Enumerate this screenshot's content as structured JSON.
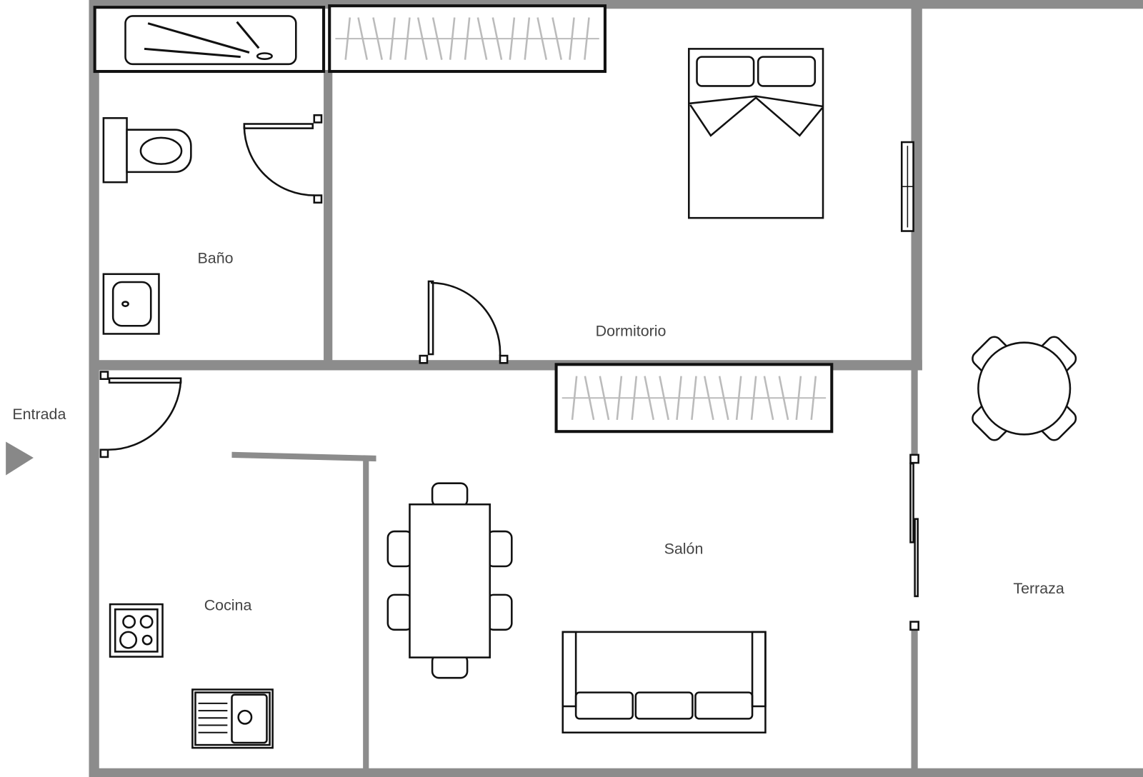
{
  "rooms": {
    "bath": "Baño",
    "bedroom": "Dormitorio",
    "entrance": "Entrada",
    "kitchen": "Cocina",
    "living": "Salón",
    "terrace": "Terraza"
  },
  "colors": {
    "wall": "#8c8c8c",
    "furniture_stroke": "#111111",
    "label": "#444444",
    "hatch": "#bbbbbb"
  }
}
